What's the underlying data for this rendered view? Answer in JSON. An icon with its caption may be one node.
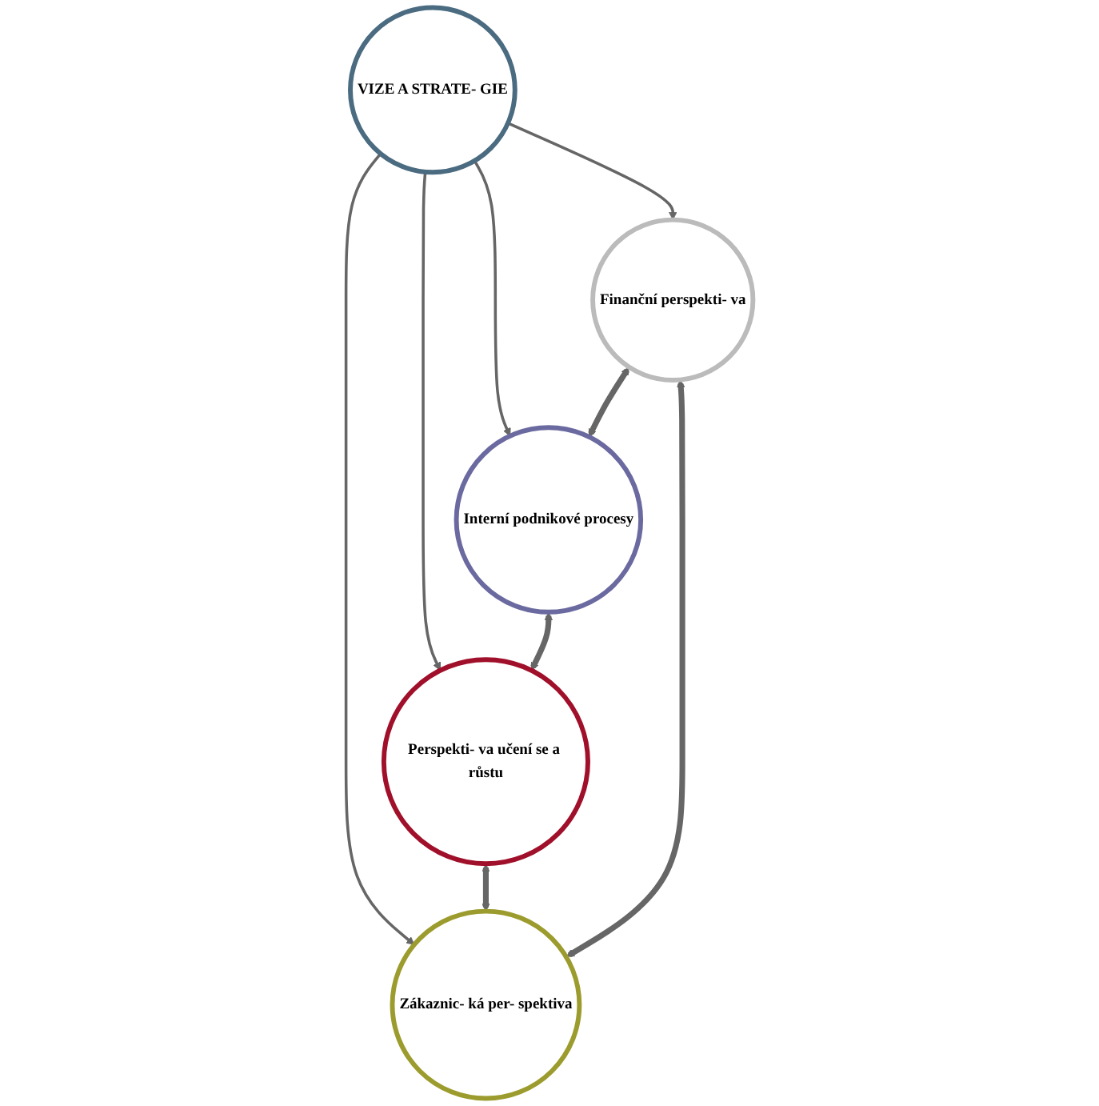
{
  "diagram": {
    "nodes": [
      {
        "text": [
          "Finanční perspekti- va"
        ]
      },
      {
        "text": [
          "Zákaznic- ká per- spektiva"
        ]
      },
      {
        "text": [
          "VIZE A STRATE- GIE"
        ]
      },
      {
        "text": [
          "Interní podnikové procesy"
        ]
      },
      {
        "text": [
          "Perspekti- va učení se a růstu"
        ]
      }
    ],
    "edges": [
      {
        "from": 2,
        "to": 0,
        "arrow": "to"
      },
      {
        "from": 2,
        "to": 1,
        "arrow": "to"
      },
      {
        "from": 2,
        "to": 3,
        "arrow": "to"
      },
      {
        "from": 2,
        "to": 4,
        "arrow": "to"
      },
      {
        "from": 0,
        "to": 3,
        "arrow": "both",
        "style": "thick"
      },
      {
        "from": 3,
        "to": 4,
        "arrow": "both",
        "style": "thick"
      },
      {
        "from": 4,
        "to": 1,
        "arrow": "both",
        "style": "thick"
      },
      {
        "from": 1,
        "to": 0,
        "arrow": "both",
        "style": "thick"
      }
    ]
  }
}
